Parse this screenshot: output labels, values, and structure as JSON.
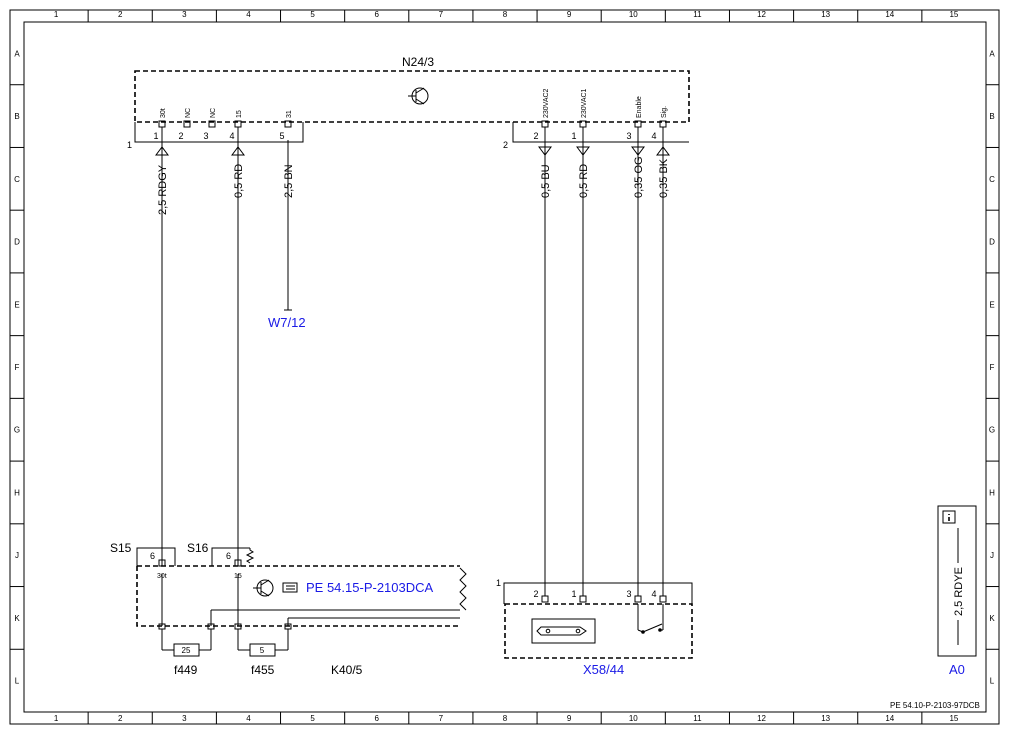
{
  "frame": {
    "columns": [
      "1",
      "2",
      "3",
      "4",
      "5",
      "6",
      "7",
      "8",
      "9",
      "10",
      "11",
      "12",
      "13",
      "14",
      "15"
    ],
    "rows": [
      "A",
      "B",
      "C",
      "D",
      "E",
      "F",
      "G",
      "H",
      "J",
      "K",
      "L"
    ]
  },
  "n24": {
    "label": "N24/3",
    "conn1": "1",
    "conn2": "2",
    "pins1": [
      {
        "num": "1",
        "name": "30t"
      },
      {
        "num": "2",
        "name": "NC"
      },
      {
        "num": "3",
        "name": "NC"
      },
      {
        "num": "4",
        "name": "15"
      },
      {
        "num": "5",
        "name": "31"
      }
    ],
    "pins2": [
      {
        "num": "2",
        "name": "230VAC2"
      },
      {
        "num": "1",
        "name": "230VAC1"
      },
      {
        "num": "3",
        "name": "Enable"
      },
      {
        "num": "4",
        "name": "Sig."
      }
    ]
  },
  "wires": {
    "w1": "2,5 RDGY",
    "w2": "0,5 RD",
    "w3": "2,5 BN",
    "w4": "0,5 BU",
    "w5": "0,5 RD",
    "w6": "0,35 OG",
    "w7": "0,35 BK"
  },
  "ground_ref": "W7/12",
  "k40": {
    "label": "K40/5",
    "s15": "S15",
    "s16": "S16",
    "s15_pin": "6",
    "s16_pin": "6",
    "s15_name": "30t",
    "s16_name": "15",
    "ref_link": "PE 54.15-P-2103DCA",
    "fuse1_val": "25",
    "fuse2_val": "5",
    "fuse1_label": "f449",
    "fuse2_label": "f455"
  },
  "x58": {
    "label": "X58/44",
    "conn": "1",
    "pins": [
      "2",
      "1",
      "3",
      "4"
    ]
  },
  "legend": {
    "wire": "2,5 RDYE",
    "ref": "A0"
  },
  "doc_ref": "PE 54.10-P-2103-97DCB"
}
